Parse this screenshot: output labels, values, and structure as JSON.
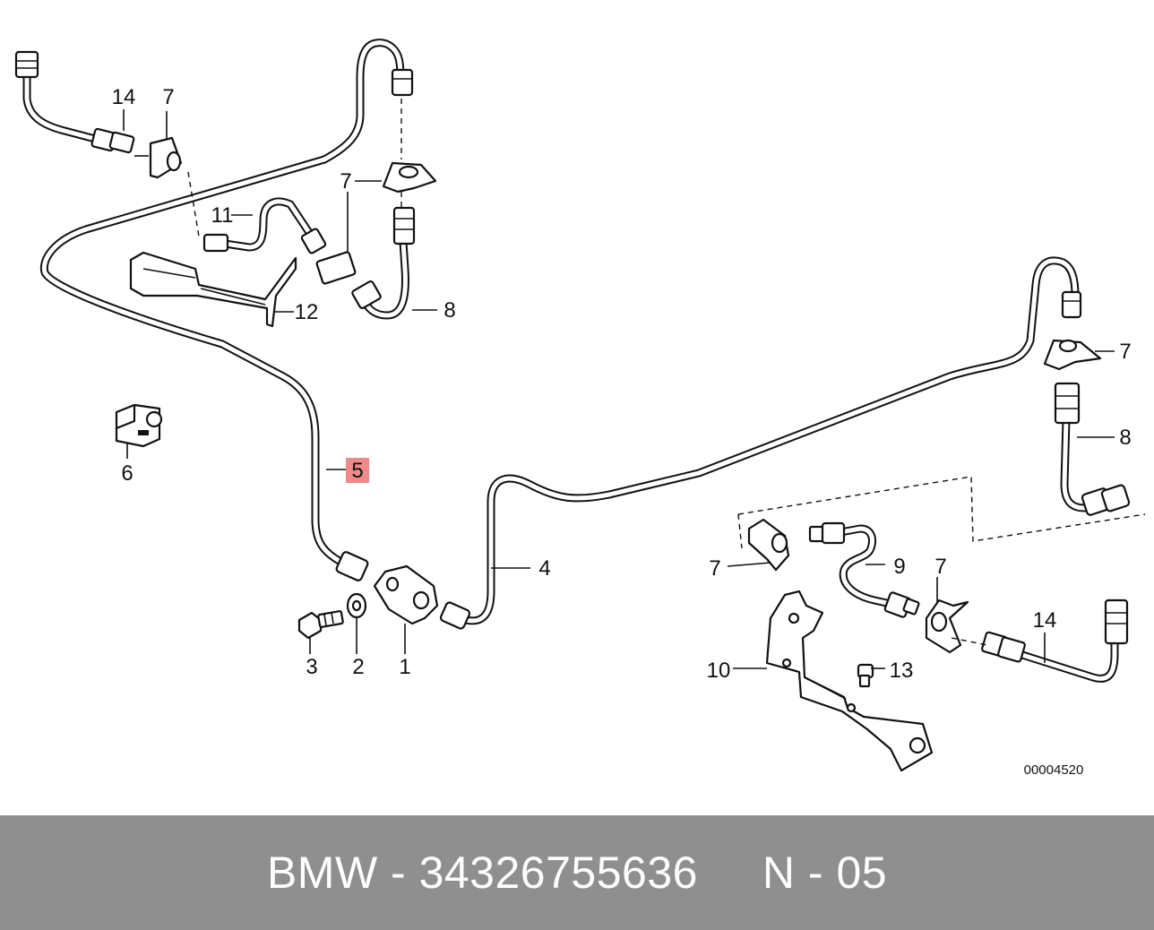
{
  "callouts": [
    {
      "id": "c14a",
      "text": "14"
    },
    {
      "id": "c7a",
      "text": "7"
    },
    {
      "id": "c7b",
      "text": "7"
    },
    {
      "id": "c11",
      "text": "11"
    },
    {
      "id": "c12",
      "text": "12"
    },
    {
      "id": "c8a",
      "text": "8"
    },
    {
      "id": "c6",
      "text": "6"
    },
    {
      "id": "c5",
      "text": "5",
      "highlighted": true
    },
    {
      "id": "c3",
      "text": "3"
    },
    {
      "id": "c2",
      "text": "2"
    },
    {
      "id": "c1",
      "text": "1"
    },
    {
      "id": "c4",
      "text": "4"
    },
    {
      "id": "c7c",
      "text": "7"
    },
    {
      "id": "c8b",
      "text": "8"
    },
    {
      "id": "c7d",
      "text": "7"
    },
    {
      "id": "c9",
      "text": "9"
    },
    {
      "id": "c7e",
      "text": "7"
    },
    {
      "id": "c14b",
      "text": "14"
    },
    {
      "id": "c10",
      "text": "10"
    },
    {
      "id": "c13",
      "text": "13"
    }
  ],
  "diagram_code": "00004520",
  "footer": {
    "text": "BMW - 34326755636     N - 05"
  },
  "colors": {
    "footer_background": "#8f8f8f",
    "footer_text": "#ffffff",
    "highlight": "#f08a8a",
    "line": "#111111"
  }
}
